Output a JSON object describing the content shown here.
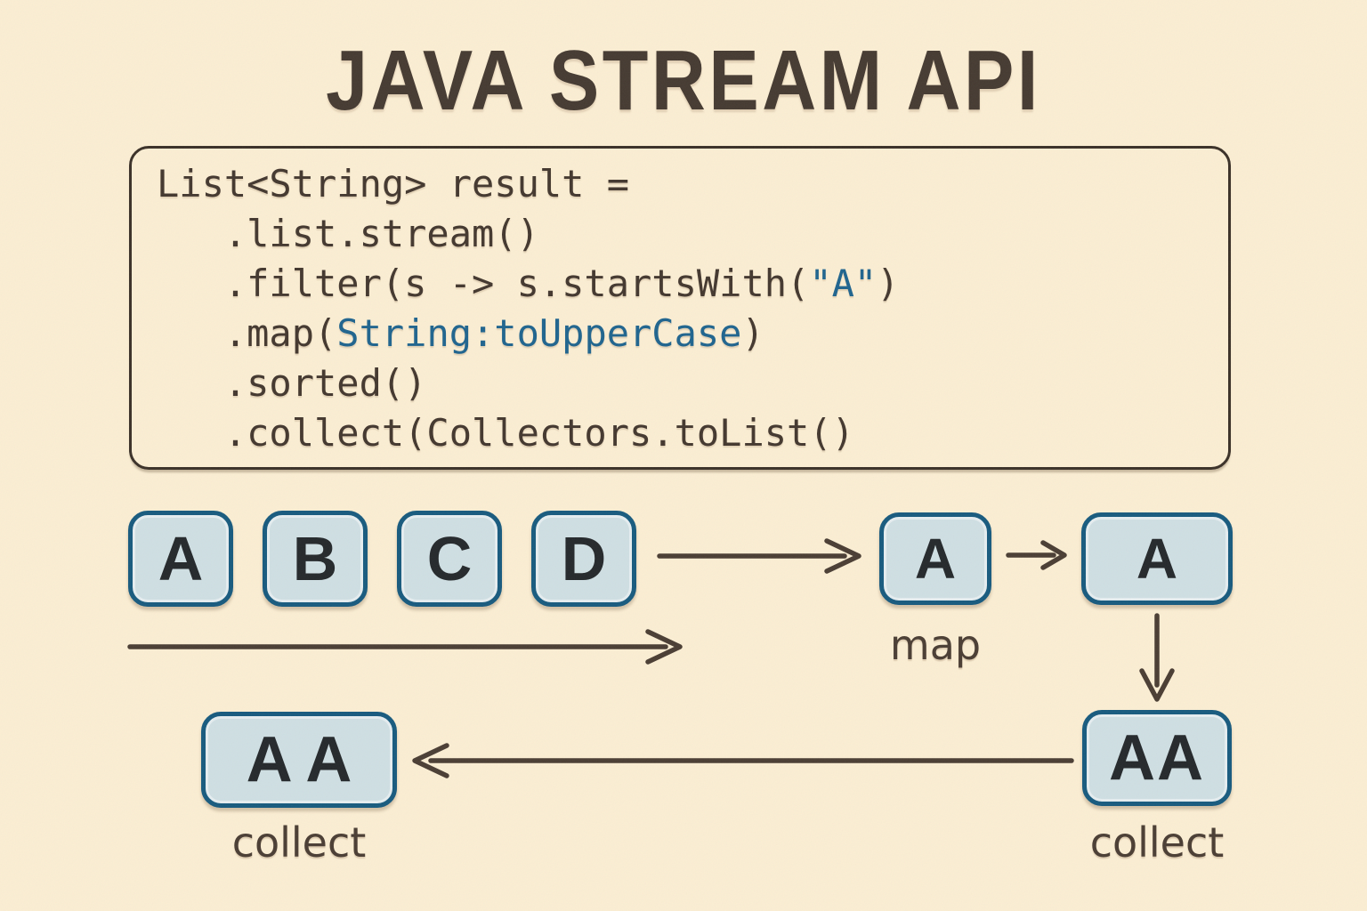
{
  "title": "JAVA STREAM API",
  "colors": {
    "background": "#fbeed3",
    "ink": "#4a3d33",
    "ink_title": "#453a31",
    "code_ink": "#43372e",
    "code_blue": "#1f648e",
    "code_border": "#3a3027",
    "box_fill": "#cfdfe3",
    "box_border": "#175a7e",
    "letter_ink": "#24282b"
  },
  "code": {
    "lines": [
      {
        "segments": [
          {
            "text": "List<String> result =",
            "color": "ink"
          }
        ]
      },
      {
        "segments": [
          {
            "text": "   .list.stream()",
            "color": "ink"
          }
        ]
      },
      {
        "segments": [
          {
            "text": "   .filter(s -> s.startsWith(",
            "color": "ink"
          },
          {
            "text": "\"A\"",
            "color": "blue"
          },
          {
            "text": ")",
            "color": "ink"
          }
        ]
      },
      {
        "segments": [
          {
            "text": "   .map(",
            "color": "ink"
          },
          {
            "text": "String:toUpperCase",
            "color": "blue"
          },
          {
            "text": ")",
            "color": "ink"
          }
        ]
      },
      {
        "segments": [
          {
            "text": "   .sorted()",
            "color": "ink"
          }
        ]
      },
      {
        "segments": [
          {
            "text": "   .collect(Collectors.toList()",
            "color": "ink"
          }
        ]
      }
    ]
  },
  "stream": {
    "items": [
      "A",
      "B",
      "C",
      "D"
    ]
  },
  "map_stage": {
    "input": "A",
    "output": "A",
    "label": "map"
  },
  "collect_stage": {
    "box": "AA",
    "label": "collect"
  },
  "result_stage": {
    "box": "A A",
    "label": "collect"
  }
}
